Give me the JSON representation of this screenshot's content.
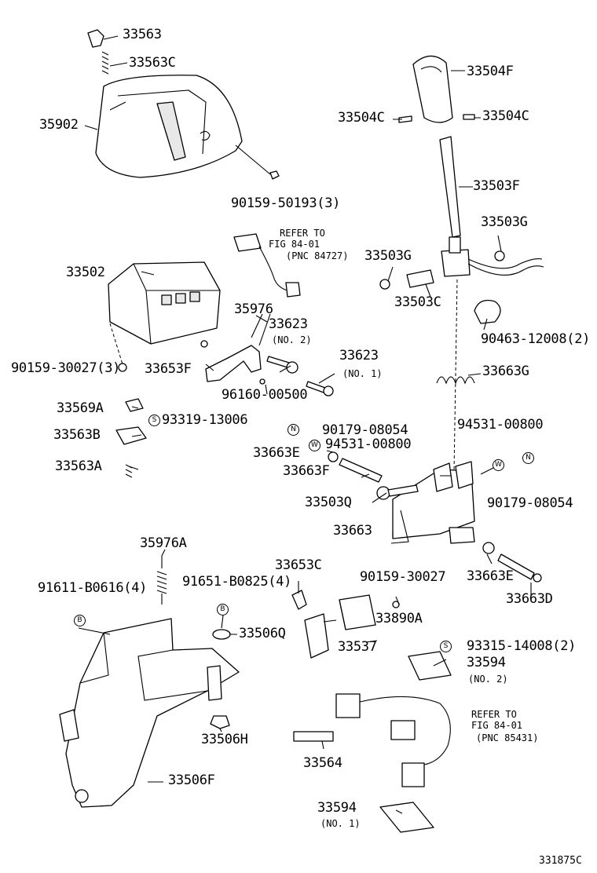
{
  "diagram": {
    "code": "331875C",
    "parts": {
      "p33563": "33563",
      "p33563c": "33563C",
      "p35902": "35902",
      "p90159_50193": "90159-50193(3)",
      "p33504f": "33504F",
      "p33504c_left": "33504C",
      "p33504c_right": "33504C",
      "p33503f": "33503F",
      "p33503g_right": "33503G",
      "p33503g_left": "33503G",
      "p33503c": "33503C",
      "p33502": "33502",
      "p35976": "35976",
      "p33623_no2": "33623",
      "p33623_no1": "33623",
      "p90159_30027_3": "90159-30027(3)",
      "p33653f": "33653F",
      "p96160_00500": "96160-00500",
      "p90463_12008": "90463-12008(2)",
      "p33663g": "33663G",
      "p33569a": "33569A",
      "p93319_13006": "93319-13006",
      "p33563b": "33563B",
      "p33563a": "33563A",
      "p90179_08054_a": "90179-08054",
      "p94531_00800_a": "94531-00800",
      "p33663e_a": "33663E",
      "p33663f": "33663F",
      "p94531_00800_b": "94531-00800",
      "p33503q": "33503Q",
      "p90179_08054_b": "90179-08054",
      "p33663": "33663",
      "p35976a": "35976A",
      "p91611_b0616": "91611-B0616(4)",
      "p91651_b0825": "91651-B0825(4)",
      "p33653c": "33653C",
      "p90159_30027": "90159-30027",
      "p33663e_b": "33663E",
      "p33663d": "33663D",
      "p33506q": "33506Q",
      "p33537": "33537",
      "p33890a": "33890A",
      "p93315_14008": "93315-14008(2)",
      "p33594_no2": "33594",
      "p33506h": "33506H",
      "p33564": "33564",
      "p33506f": "33506F",
      "p33594_no1": "33594"
    },
    "notes": {
      "no2_a": "(NO. 2)",
      "no1_a": "(NO. 1)",
      "no2_b": "(NO. 2)",
      "no1_b": "(NO. 1)"
    },
    "refs": {
      "ref1_line1": "REFER TO",
      "ref1_line2": "FIG 84-01",
      "ref1_line3": "(PNC 84727)",
      "ref2_line1": "REFER TO",
      "ref2_line2": "FIG 84-01",
      "ref2_line3": "(PNC 85431)"
    },
    "badges": {
      "s1": "S",
      "n1": "N",
      "w1": "W",
      "w2": "W",
      "n2": "N",
      "b1": "B",
      "b2": "B",
      "s2": "S"
    }
  }
}
